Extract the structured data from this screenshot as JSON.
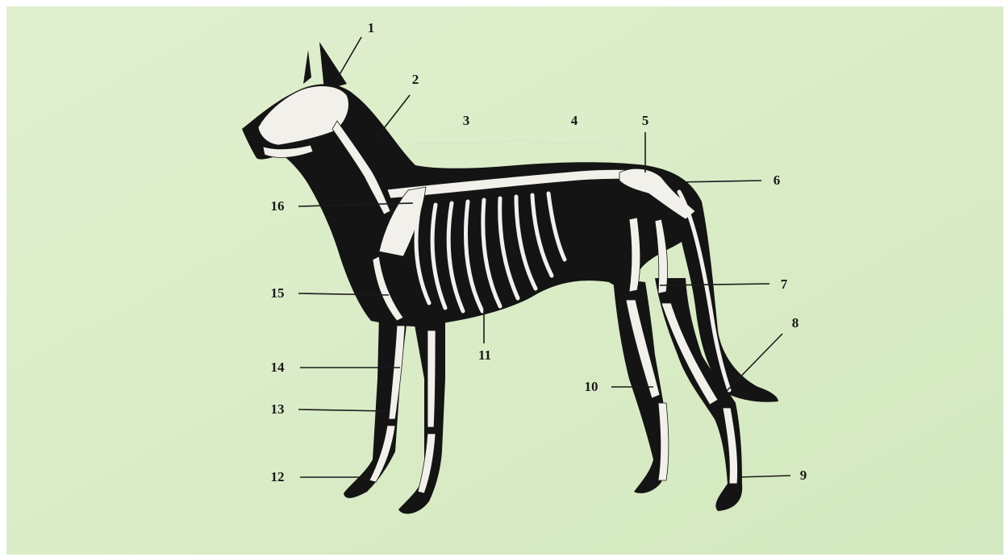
{
  "colors": {
    "background": "#d9ecc6",
    "silhouette": "#141414",
    "bone": "#f2f0ea",
    "label": "#1a1a1a"
  },
  "labels": [
    "1",
    "2",
    "3",
    "4",
    "5",
    "6",
    "7",
    "8",
    "9",
    "10",
    "11",
    "12",
    "13",
    "14",
    "15",
    "16"
  ]
}
